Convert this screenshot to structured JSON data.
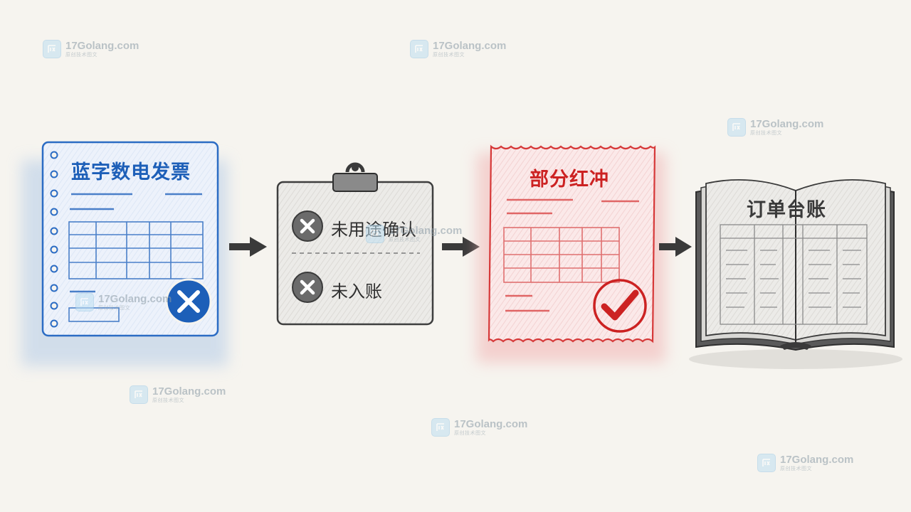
{
  "watermark": {
    "site": "17Golang.com",
    "subtitle": "原创技术图文"
  },
  "stages": {
    "blue_invoice": {
      "title": "蓝字数电发票",
      "status_icon": "x-circle-icon",
      "color": "#1d5fb8"
    },
    "checklist": {
      "items": [
        {
          "label": "未用途确认",
          "status_icon": "x-circle-icon"
        },
        {
          "label": "未入账",
          "status_icon": "x-circle-icon"
        }
      ]
    },
    "red_invoice": {
      "title": "部分红冲",
      "status_icon": "check-circle-icon",
      "color": "#cc2222"
    },
    "ledger": {
      "title": "订单台账",
      "icon": "open-book-icon"
    }
  },
  "connectors": [
    "arrow-right-icon",
    "arrow-right-icon",
    "arrow-right-icon"
  ]
}
